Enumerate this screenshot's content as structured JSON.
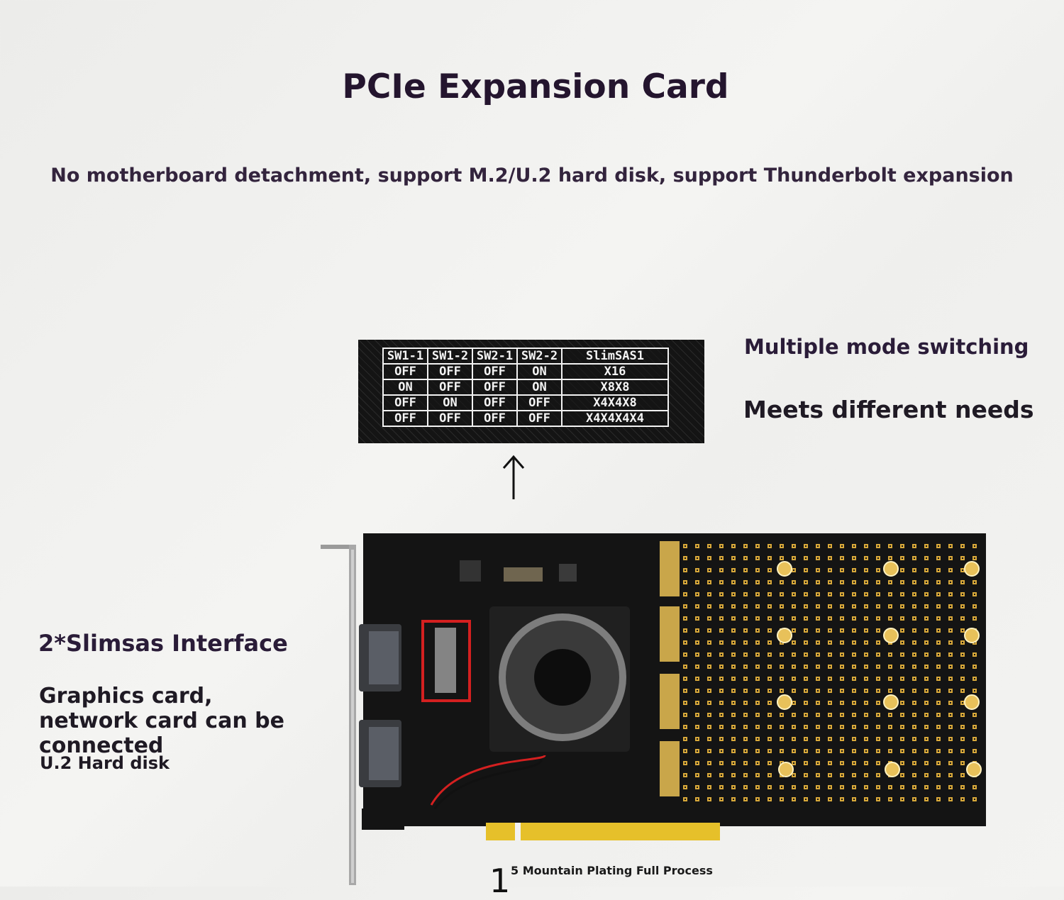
{
  "header": {
    "title": "PCIe Expansion Card",
    "subtitle": "No motherboard detachment, support M.2/U.2 hard disk, support Thunderbolt expansion"
  },
  "switch_table": {
    "headers": [
      "SW1-1",
      "SW1-2",
      "SW2-1",
      "SW2-2",
      "SlimSAS1"
    ],
    "rows": [
      [
        "OFF",
        "OFF",
        "OFF",
        "ON",
        "X16"
      ],
      [
        "ON",
        "OFF",
        "OFF",
        "ON",
        "X8X8"
      ],
      [
        "OFF",
        "ON",
        "OFF",
        "OFF",
        "X4X4X8"
      ],
      [
        "OFF",
        "OFF",
        "OFF",
        "OFF",
        "X4X4X4X4"
      ]
    ]
  },
  "right_text": {
    "line1": "Multiple mode switching",
    "line2": "Meets different needs"
  },
  "left_text": {
    "heading": "2*Slimsas Interface",
    "body": "Graphics card, network card can be connected",
    "note": "U.2 Hard disk"
  },
  "footer": {
    "number": "1",
    "caption": "5 Mountain Plating Full Process"
  },
  "colors": {
    "text_dark": "#24152e",
    "pcb": "#141414",
    "gold": "#e0b341",
    "highlight_box": "#d42020"
  }
}
